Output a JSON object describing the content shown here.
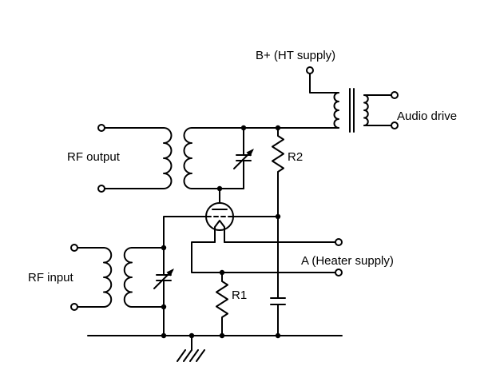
{
  "colors": {
    "line": "#000000",
    "background": "#ffffff"
  },
  "labels": {
    "b_plus": "B+ (HT supply)",
    "audio_drive": "Audio drive",
    "rf_output": "RF output",
    "rf_input": "RF input",
    "heater": "A (Heater supply)",
    "r1": "R1",
    "r2": "R2"
  },
  "components": {
    "tube": "vacuum-tube",
    "plate_tank": "tuned-circuit-coil-with-variable-capacitor",
    "grid_tank": "tuned-circuit-coil-with-variable-capacitor",
    "audio_transformer": "iron-core-transformer",
    "rf_output_coupling": "coupling-coil",
    "rf_input_coupling": "coupling-coil",
    "r1": "resistor",
    "r2": "resistor",
    "bypass_capacitor": "capacitor",
    "ground": "chassis-ground"
  }
}
